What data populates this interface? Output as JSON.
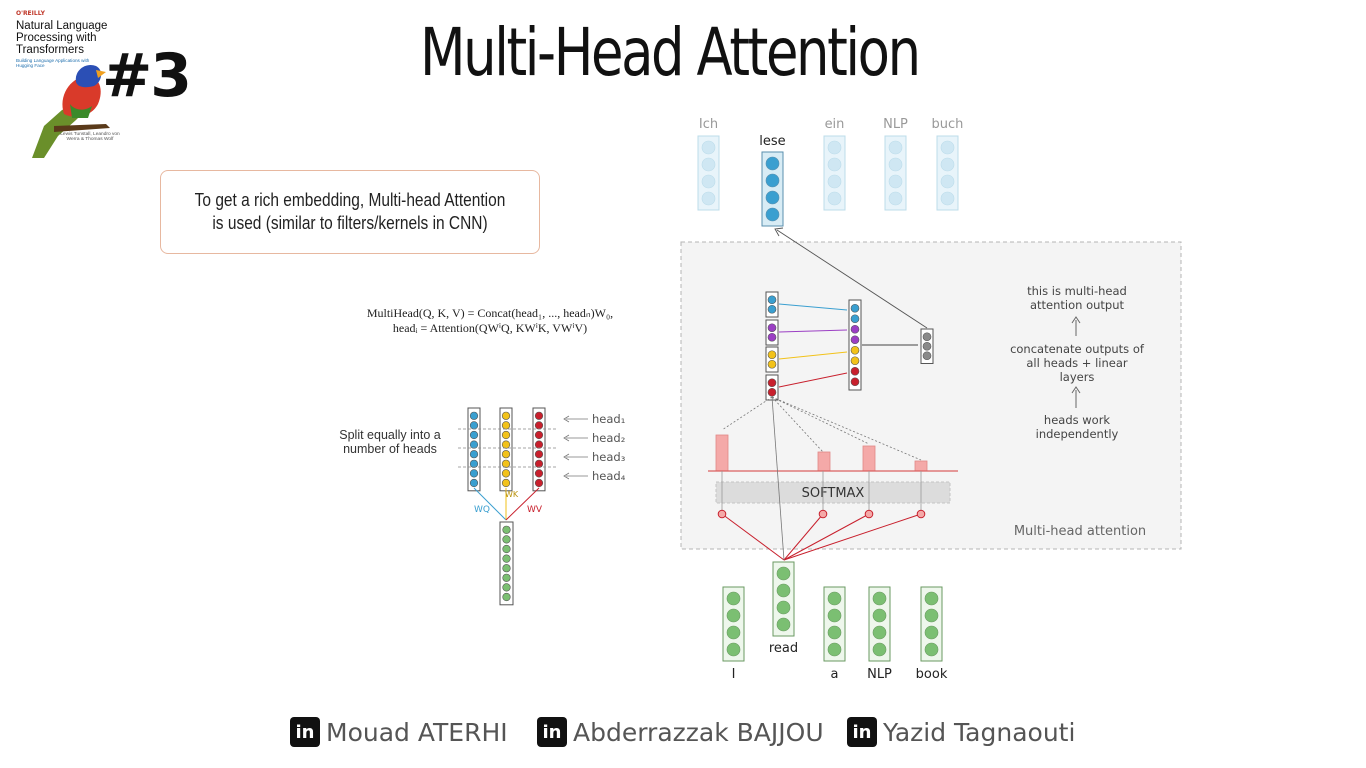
{
  "slide": {
    "title": "Multi-Head Attention",
    "badge": "#3",
    "book": {
      "publisher": "O'REILLY",
      "title": "Natural Language Processing with Transformers",
      "subtitle": "Building Language Applications with Hugging Face",
      "authors": "Lewis Tunstall, Leandro von Werra & Thomas Wolf"
    },
    "callout": "To get a rich embedding, Multi-head Attention is used (similar to filters/kernels in CNN)",
    "formula": {
      "line1": "MultiHead(Q, K, V) = Concat(head₁, ..., headₙ)W₀,",
      "line2": "headᵢ = Attention(QWⁱQ, KWⁱK, VWⁱV)"
    }
  },
  "split_diagram": {
    "caption": "Split equally into a number of heads",
    "heads": [
      "head₁",
      "head₂",
      "head₃",
      "head₄"
    ],
    "weights": [
      "WQ",
      "WK",
      "WV"
    ],
    "colors": {
      "q": "#3a9fd0",
      "k": "#f2c21a",
      "v": "#c8202d",
      "input": "#7bbf72"
    }
  },
  "attention_diagram": {
    "top_words": [
      "Ich",
      "lese",
      "ein",
      "NLP",
      "buch"
    ],
    "bottom_words": [
      "I",
      "read",
      "a",
      "NLP",
      "book"
    ],
    "softmax_label": "SOFTMAX",
    "box_label": "Multi-head attention",
    "notes": {
      "output": "this is multi-head attention output",
      "concat": "concatenate outputs of all heads + linear layers",
      "heads": "heads work independently"
    },
    "attention_weights": [
      0.72,
      0.38,
      0.5,
      0.2
    ],
    "colors": {
      "blue": "#3a9fd0",
      "purple": "#9b3fc4",
      "yellow": "#f2c21a",
      "red": "#c8202d",
      "gray": "#8a8a8a",
      "green": "#7bbf72",
      "bar": "#f4a9a8"
    }
  },
  "footer": {
    "authors": [
      "Mouad ATERHI",
      "Abderrazzak BAJJOU",
      "Yazid Tagnaouti"
    ],
    "icon": "linkedin-icon"
  }
}
